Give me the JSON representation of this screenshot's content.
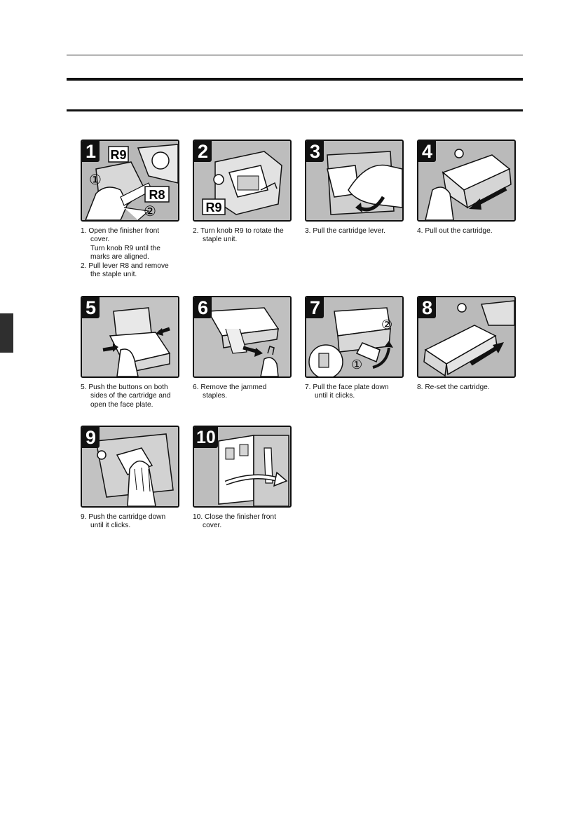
{
  "steps": [
    {
      "number": "1",
      "label_a": "R9",
      "label_b": "R8",
      "circled": [
        "①",
        "②"
      ],
      "caption": [
        "1. Open the finisher front cover.",
        "Turn knob R9 until the marks are aligned.",
        "2. Pull lever R8 and remove the staple unit."
      ]
    },
    {
      "number": "2",
      "label_a": "R9",
      "caption": [
        "2. Turn knob R9 to rotate the staple unit."
      ]
    },
    {
      "number": "3",
      "caption": [
        "3. Pull the cartridge lever."
      ]
    },
    {
      "number": "4",
      "caption": [
        "4. Pull out the cartridge."
      ]
    },
    {
      "number": "5",
      "caption": [
        "5. Push the buttons on both sides of the cartridge and open the face plate."
      ]
    },
    {
      "number": "6",
      "caption": [
        "6. Remove the jammed staples."
      ]
    },
    {
      "number": "7",
      "circled": [
        "②",
        "①"
      ],
      "caption": [
        "7. Pull the face plate down until it clicks."
      ]
    },
    {
      "number": "8",
      "caption": [
        "8. Re-set the cartridge."
      ]
    },
    {
      "number": "9",
      "caption": [
        "9. Push the cartridge down until it clicks."
      ]
    },
    {
      "number": "10",
      "caption": [
        "10. Close the finisher front cover."
      ]
    }
  ]
}
